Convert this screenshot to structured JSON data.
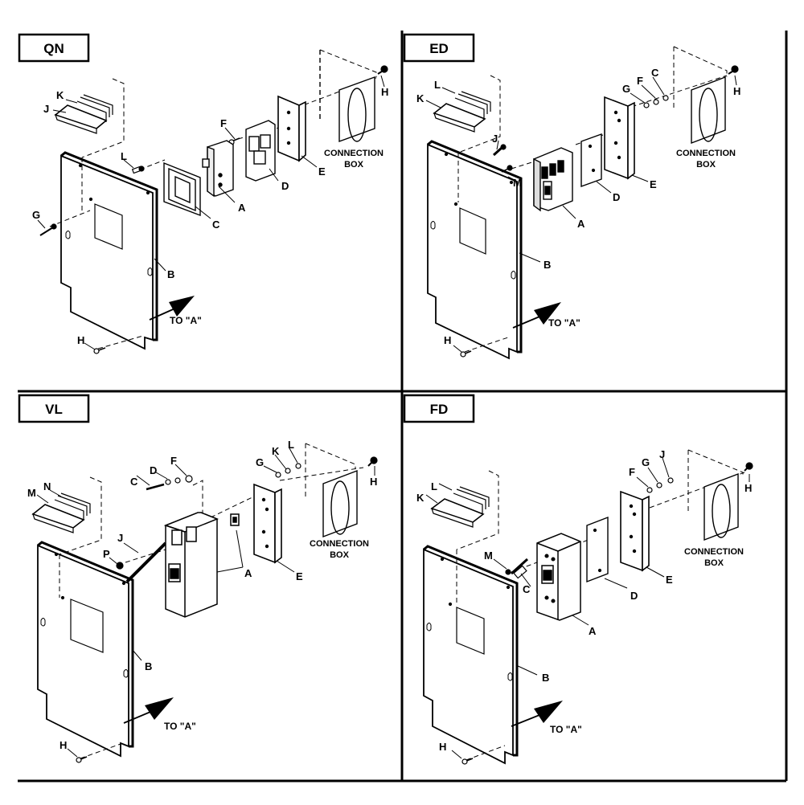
{
  "panels": [
    {
      "id": "qn",
      "title": "QN",
      "box_label": [
        "CONNECTION",
        "BOX"
      ],
      "to_a": "TO \"A\"",
      "callouts": [
        "A",
        "B",
        "C",
        "D",
        "E",
        "F",
        "G",
        "H",
        "H",
        "J",
        "K",
        "L"
      ]
    },
    {
      "id": "ed",
      "title": "ED",
      "box_label": [
        "CONNECTION",
        "BOX"
      ],
      "to_a": "TO \"A\"",
      "callouts": [
        "A",
        "B",
        "C",
        "D",
        "E",
        "F",
        "G",
        "H",
        "H",
        "J",
        "K",
        "L",
        "M"
      ]
    },
    {
      "id": "vl",
      "title": "VL",
      "box_label": [
        "CONNECTION",
        "BOX"
      ],
      "to_a": "TO \"A\"",
      "callouts": [
        "A",
        "B",
        "C",
        "D",
        "E",
        "F",
        "G",
        "H",
        "H",
        "J",
        "K",
        "L",
        "M",
        "N",
        "P"
      ]
    },
    {
      "id": "fd",
      "title": "FD",
      "box_label": [
        "CONNECTION",
        "BOX"
      ],
      "to_a": "TO \"A\"",
      "callouts": [
        "A",
        "B",
        "C",
        "D",
        "E",
        "F",
        "G",
        "H",
        "H",
        "J",
        "K",
        "L",
        "M"
      ]
    }
  ]
}
